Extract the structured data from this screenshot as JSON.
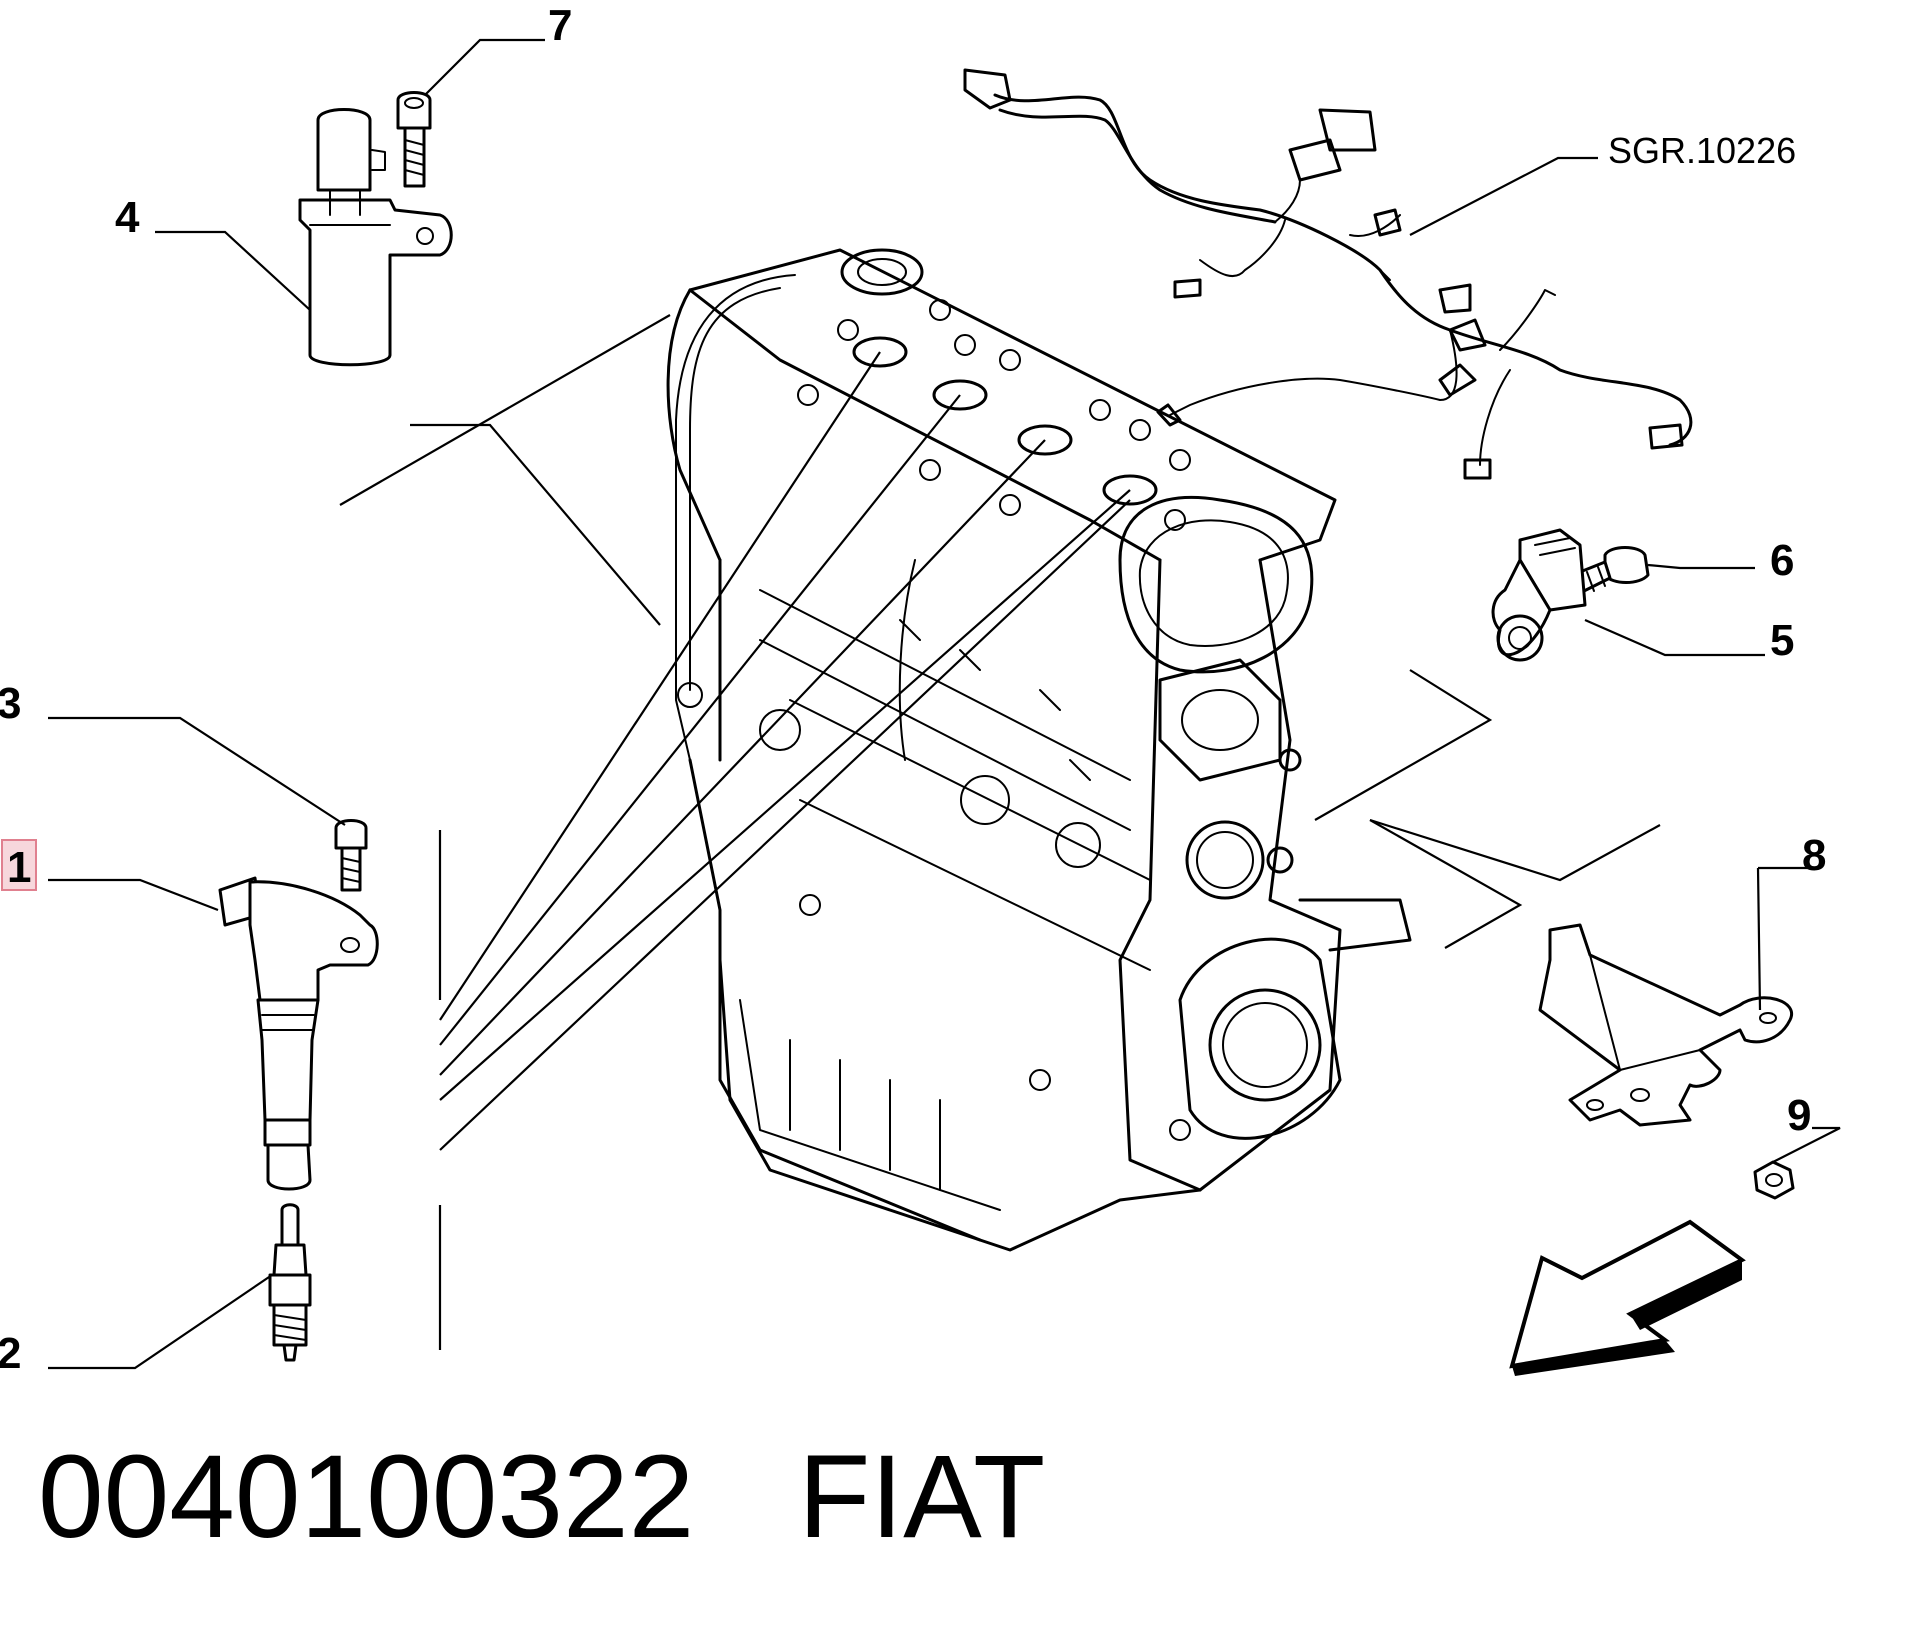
{
  "callouts": {
    "c1": "1",
    "c2": "2",
    "c3": "3",
    "c4": "4",
    "c5": "5",
    "c6": "6",
    "c7": "7",
    "c8": "8",
    "c9": "9"
  },
  "harness_ref": "SGR.10226",
  "footer": {
    "part_number": "0040100322",
    "brand": "FIAT"
  },
  "colors": {
    "line": "#000000",
    "highlight_fill": "#f7d7dc",
    "highlight_border": "#e0808f"
  }
}
